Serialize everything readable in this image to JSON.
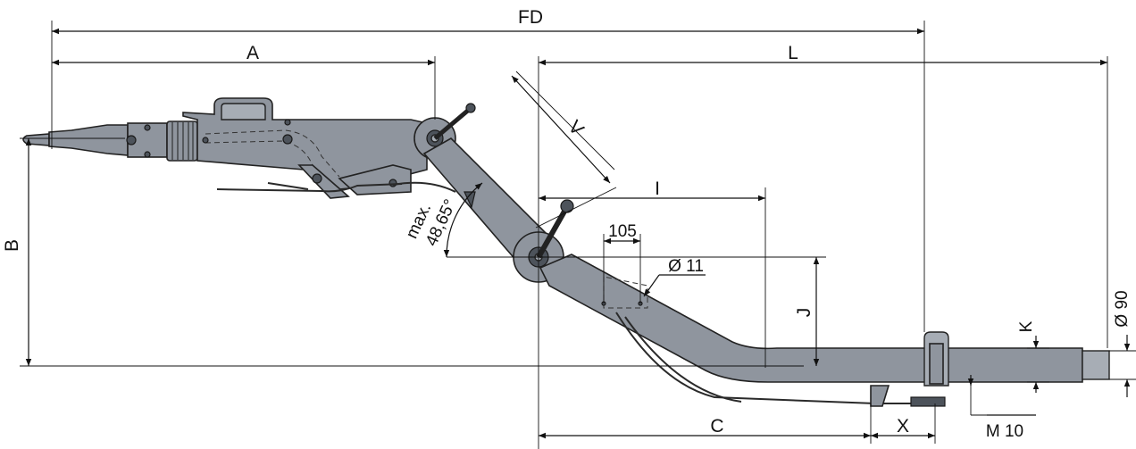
{
  "diagram": {
    "dimensions": {
      "fd": "FD",
      "a": "A",
      "l": "L",
      "v": "V",
      "i": "I",
      "b": "B",
      "j": "J",
      "k": "K",
      "c": "C",
      "x": "X",
      "d105": "105",
      "d11": "Ø 11",
      "d90": "Ø 90",
      "m10": "M 10",
      "angle_line1": "max.",
      "angle_line2": "48,65°"
    },
    "colors": {
      "part": "#8f959e",
      "part_dark": "#4d535b",
      "line": "#111111"
    }
  }
}
